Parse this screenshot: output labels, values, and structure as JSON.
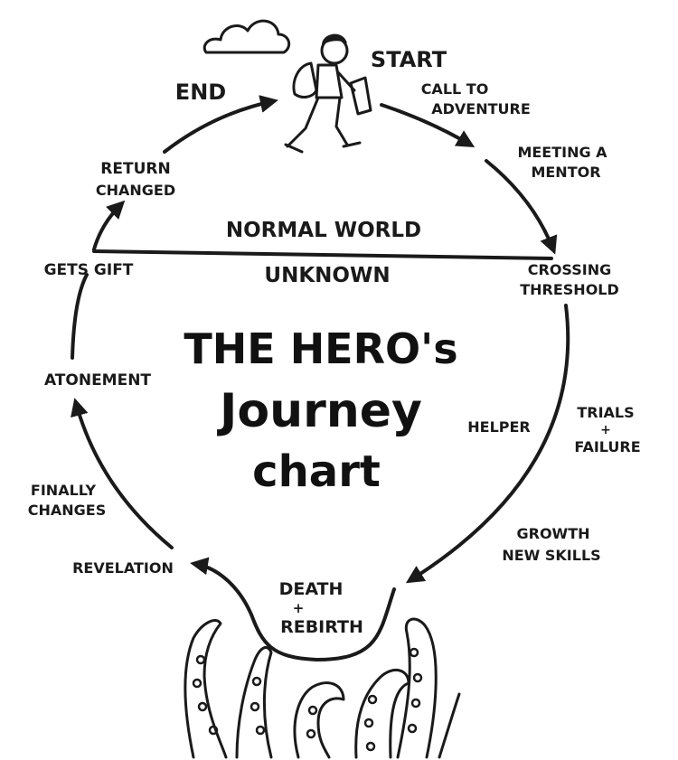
{
  "title": {
    "line1": "THE HERO's",
    "line2": "Journey",
    "line3": "chart"
  },
  "worlds": {
    "normal": "NORMAL WORLD",
    "unknown": "UNKNOWN"
  },
  "stages": {
    "start": "START",
    "call_1": "CALL TO",
    "call_2": "ADVENTURE",
    "mentor_1": "MEETING A",
    "mentor_2": "MENTOR",
    "crossing_1": "CROSSING",
    "crossing_2": "THRESHOLD",
    "helper": "HELPER",
    "trials_1": "TRIALS",
    "trials_2": "+",
    "trials_3": "FAILURE",
    "growth_1": "GROWTH",
    "growth_2": "NEW SKILLS",
    "death_1": "DEATH",
    "death_2": "+",
    "death_3": "REBIRTH",
    "revelation": "REVELATION",
    "finally_1": "FINALLY",
    "finally_2": "CHANGES",
    "atonement": "ATONEMENT",
    "gift": "GETS GIFT",
    "return_1": "RETURN",
    "return_2": "CHANGED",
    "end": "END"
  },
  "colors": {
    "ink": "#1a1a1a",
    "background": "#ffffff"
  },
  "icons": [
    "cloud-icon",
    "hiker-icon",
    "tentacles-icon"
  ]
}
